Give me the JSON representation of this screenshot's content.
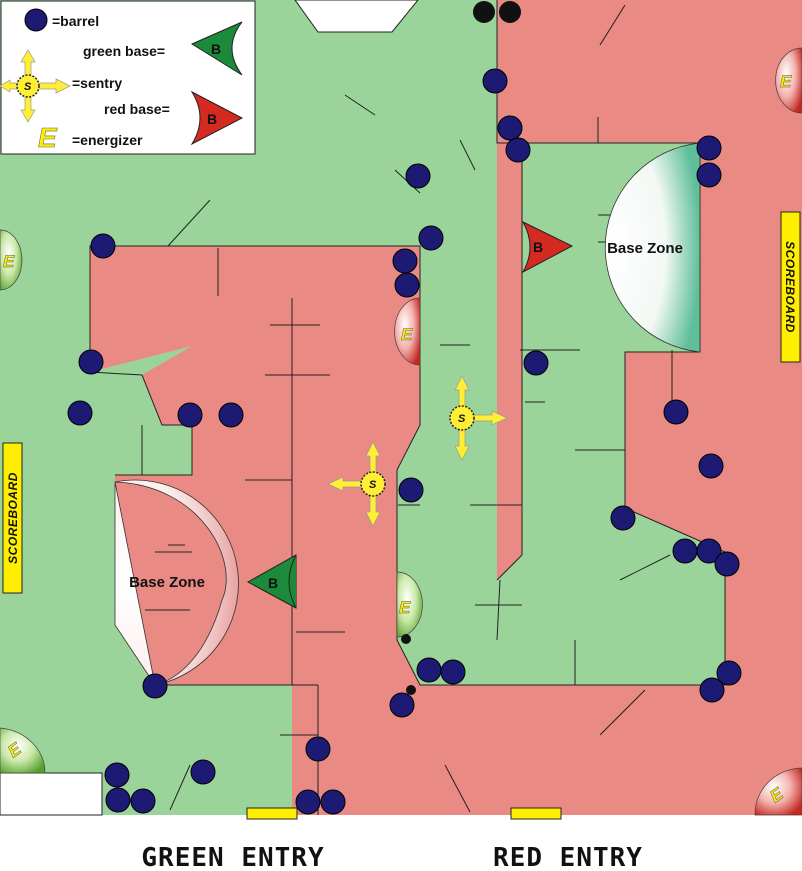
{
  "legend": {
    "barrel": "=barrel",
    "green_base": "green base=",
    "sentry": "=sentry",
    "red_base": "red base=",
    "energizer": "=energizer"
  },
  "map": {
    "base_zone_label": "Base Zone",
    "scoreboard_label": "SCOREBOARD",
    "energizer_mark": "E",
    "base_mark": "B",
    "sentry_mark": "S"
  },
  "entries": {
    "green": "GREEN ENTRY",
    "red": "RED ENTRY"
  },
  "colors": {
    "green_area": "#9bd49b",
    "red_area": "#ea8a84",
    "barrel": "#1c1a72",
    "scoreboard": "#ffee00",
    "green_base": "#1b8a3a",
    "red_base": "#d42a22",
    "sentry": "#ffee33"
  }
}
